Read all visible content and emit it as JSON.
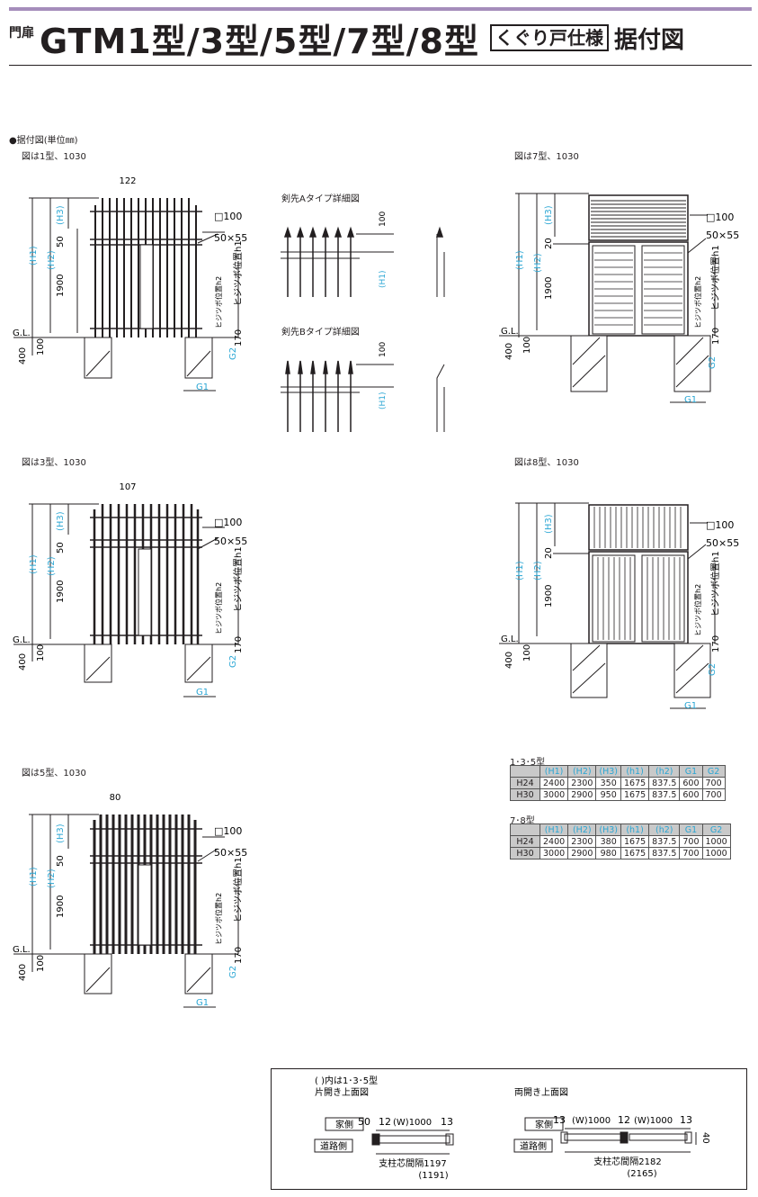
{
  "header": {
    "prefix": "門扉",
    "title": "GTM1型/3型/5型/7型/8型",
    "boxed": "くぐり戸仕様",
    "suffix": "据付図"
  },
  "section_label": "●据付図(単位㎜)",
  "labels": {
    "h1": "(H1)",
    "h2": "(H2)",
    "h3": "(H3)",
    "d1900": "1900",
    "d50": "50",
    "d20": "20",
    "d400": "400",
    "d100": "100",
    "gl": "G.L.",
    "d170": "170",
    "g1": "G1",
    "g2": "G2",
    "post": "□100",
    "rail": "50×55",
    "hinge1": "ヒジツボ位置h1",
    "hinge2": "ヒジツボ位置h2"
  },
  "figures": {
    "f1": {
      "caption": "図は1型、1030",
      "top": "122"
    },
    "f3": {
      "caption": "図は3型、1030",
      "top": "107"
    },
    "f5": {
      "caption": "図は5型、1030",
      "top": "80"
    },
    "f7": {
      "caption": "図は7型、1030"
    },
    "f8": {
      "caption": "図は8型、1030"
    }
  },
  "details": {
    "a_title": "剣先Aタイプ詳細図",
    "b_title": "剣先Bタイプ詳細図",
    "d100": "100",
    "h1": "(H1)"
  },
  "tables": {
    "t135": {
      "title": "1･3･5型",
      "headers": [
        "(H1)",
        "(H2)",
        "(H3)",
        "(h1)",
        "(h2)",
        "G1",
        "G2"
      ],
      "rows": [
        {
          "name": "H24",
          "cells": [
            "2400",
            "2300",
            "350",
            "1675",
            "837.5",
            "600",
            "700"
          ]
        },
        {
          "name": "H30",
          "cells": [
            "3000",
            "2900",
            "950",
            "1675",
            "837.5",
            "600",
            "700"
          ]
        }
      ]
    },
    "t78": {
      "title": "7･8型",
      "headers": [
        "(H1)",
        "(H2)",
        "(H3)",
        "(h1)",
        "(h2)",
        "G1",
        "G2"
      ],
      "rows": [
        {
          "name": "H24",
          "cells": [
            "2400",
            "2300",
            "380",
            "1675",
            "837.5",
            "700",
            "1000"
          ]
        },
        {
          "name": "H30",
          "cells": [
            "3000",
            "2900",
            "980",
            "1675",
            "837.5",
            "700",
            "1000"
          ]
        }
      ]
    }
  },
  "plan": {
    "note": "(  )内は1･3･5型",
    "single_title": "片開き上面図",
    "double_title": "両開き上面図",
    "house": "家側",
    "road": "道路側",
    "s_50": "50",
    "s_12": "12",
    "s_w": "(W)1000",
    "s_13": "13",
    "s_pitch": "支柱芯間隔1197",
    "s_pitch2": "(1191)",
    "d_13a": "13",
    "d_w1": "(W)1000",
    "d_12": "12",
    "d_w2": "(W)1000",
    "d_13b": "13",
    "d_40": "40",
    "d_pitch": "支柱芯間隔2182",
    "d_pitch2": "(2165)"
  }
}
